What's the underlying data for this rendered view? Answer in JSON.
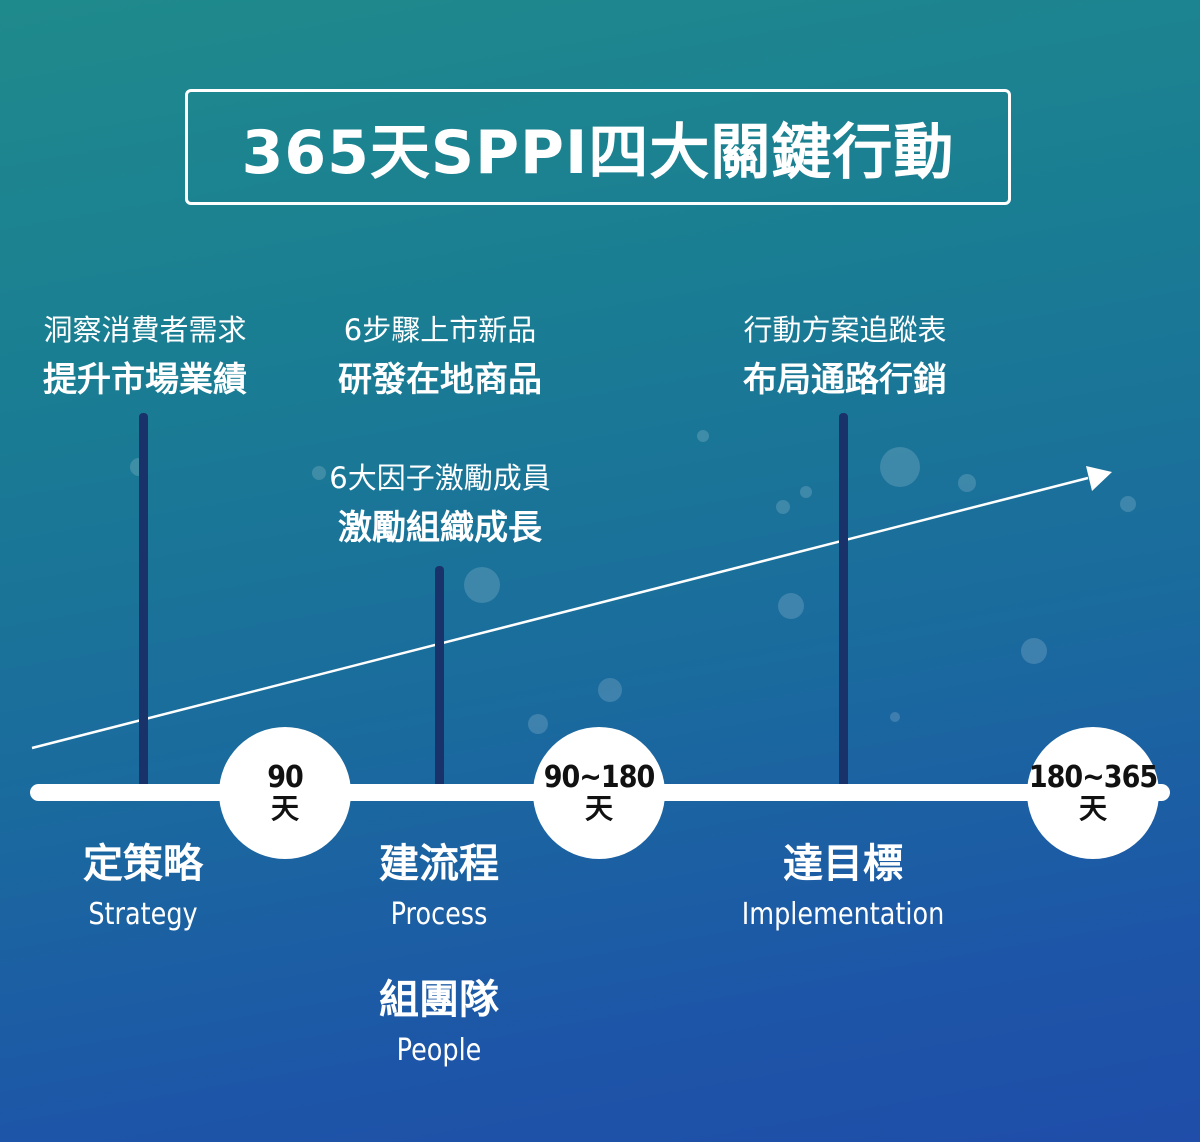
{
  "title": "365天SPPI四大關鍵行動",
  "actions": [
    {
      "sub": "洞察消費者需求",
      "main": "提升市場業績"
    },
    {
      "sub": "6步驟上市新品",
      "main": "研發在地商品"
    },
    {
      "sub": "6大因子激勵成員",
      "main": "激勵組織成長"
    },
    {
      "sub": "行動方案追蹤表",
      "main": "布局通路行銷"
    }
  ],
  "milestones": [
    {
      "range": "90",
      "unit": "天"
    },
    {
      "range": "90~180",
      "unit": "天"
    },
    {
      "range": "180~365",
      "unit": "天"
    }
  ],
  "phases": [
    {
      "zh": "定策略",
      "en": "Strategy"
    },
    {
      "zh": "建流程",
      "en": "Process"
    },
    {
      "zh": "組團隊",
      "en": "People"
    },
    {
      "zh": "達目標",
      "en": "Implementation"
    }
  ],
  "colors": {
    "line": "#19336a",
    "accent": "#ffffff"
  }
}
